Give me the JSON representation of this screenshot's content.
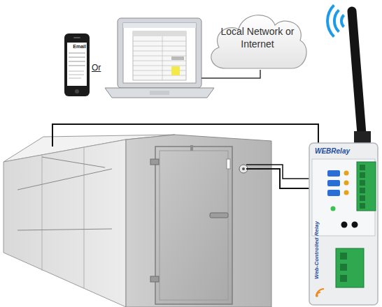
{
  "diagram": {
    "nodes": [
      {
        "text": [
          "Email"
        ]
      },
      {
        "text": [
          "Local Network or Internet"
        ]
      },
      {
        "text": [
          "WEBRelay",
          "Web-Controlled Relay"
        ]
      }
    ],
    "labels": [
      "Or"
    ]
  }
}
